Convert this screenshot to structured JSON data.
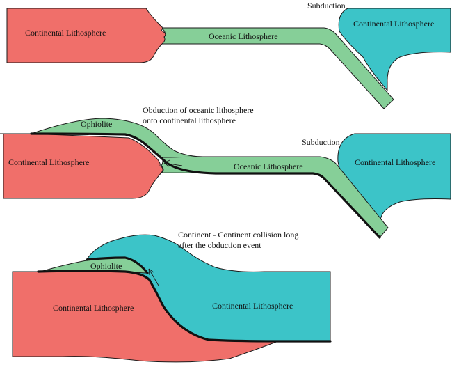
{
  "colors": {
    "continental_red": "#f06f6a",
    "continental_teal": "#3cc4c8",
    "oceanic_green": "#86cf98",
    "outline": "#1a1a1a",
    "thrust_line": "#111111"
  },
  "panel1": {
    "left_plate_label": "Continental Lithosphere",
    "ocean_label": "Oceanic Lithosphere",
    "right_plate_label": "Continental Lithosphere",
    "subduction_label": "Subduction"
  },
  "panel2": {
    "annotation_line1": "Obduction of oceanic lithosphere",
    "annotation_line2": "onto continental lithosphere",
    "ophiolite_label": "Ophiolite",
    "left_plate_label": "Continental Lithosphere",
    "ocean_label": "Oceanic Lithosphere",
    "subduction_label": "Subduction",
    "right_plate_label": "Continental Lithosphere"
  },
  "panel3": {
    "annotation_line1": "Continent - Continent collision long",
    "annotation_line2": "after the obduction event",
    "ophiolite_label": "Ophiolite",
    "left_plate_label": "Continental Lithosphere",
    "right_plate_label": "Continental Lithosphere"
  }
}
